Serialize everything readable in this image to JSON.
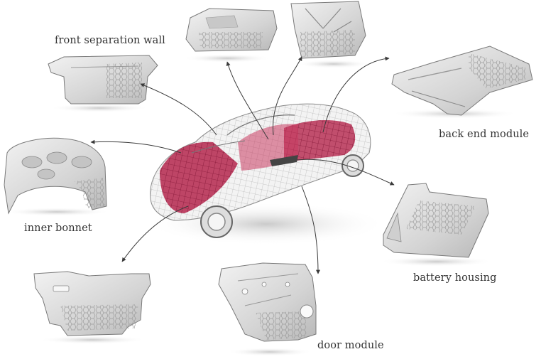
{
  "labels": {
    "front_separation_wall": "front separation wall",
    "back_end_module": "back end module",
    "inner_bonnet": "inner bonnet",
    "battery_housing": "battery housing",
    "door_module": "door module"
  },
  "colors": {
    "wireframe": "#8a8a8a",
    "highlight": "#b21f47",
    "part_fill": "#d9d9d9",
    "arrow": "#3a3a3a"
  }
}
